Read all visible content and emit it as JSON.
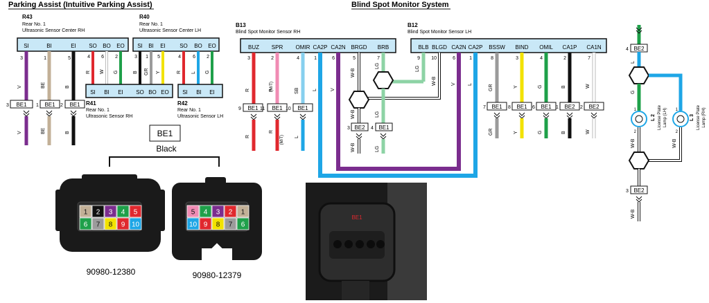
{
  "titles": {
    "parking_assist": "Parking Assist (Intuitive Parking Assist)",
    "blind_spot": "Blind Spot Monitor System"
  },
  "components": {
    "R43": {
      "code": "R43",
      "line1": "Rear No. 1",
      "line2": "Ultrasonic Sensor Center RH",
      "pins": [
        "SI",
        "BI",
        "EI",
        "SO",
        "BO",
        "EO"
      ]
    },
    "R40": {
      "code": "R40",
      "line1": "Rear No. 1",
      "line2": "Ultrasonic Sensor Center LH",
      "pins": [
        "SI",
        "BI",
        "EI",
        "SO",
        "BO",
        "EO"
      ]
    },
    "R41": {
      "code": "R41",
      "line1": "Rear No. 1",
      "line2": "Ultrasonic Sensor RH",
      "pins": [
        "SI",
        "BI",
        "EI",
        "SO",
        "BO",
        "EO"
      ]
    },
    "R42": {
      "code": "R42",
      "line1": "Rear No. 1",
      "line2": "Ultrasonic Sensor LH",
      "pins": [
        "SI",
        "BI",
        "EI"
      ]
    },
    "B13": {
      "code": "B13",
      "line1": "Blind Spot Monitor Sensor RH",
      "pins": [
        "BUZ",
        "SPR",
        "OMIR",
        "CA2P",
        "CA2N",
        "BRGD",
        "BRB"
      ]
    },
    "B12": {
      "code": "B12",
      "line1": "Blind Spot Monitor Sensor LH",
      "pins": [
        "BLB",
        "BLGD",
        "CA2N",
        "CA2P",
        "BSSW",
        "BIND",
        "OMIL",
        "CA1P",
        "CA1N"
      ]
    },
    "L2": {
      "code": "L 2",
      "line1": "License Plate",
      "line2": "Lamp (LH)"
    },
    "L3": {
      "code": "L 3",
      "line1": "License Plate",
      "line2": "Lamp (RH)"
    }
  },
  "wires": {
    "r43_si": {
      "pin": "3",
      "color": "V",
      "splice": "3",
      "lower": "V",
      "hex": "#7b2d8e"
    },
    "r43_bi": {
      "pin": "1",
      "color": "BE",
      "splice": "1",
      "lower": "BE",
      "hex": "#c2b097"
    },
    "r43_ei": {
      "pin": "5",
      "color": "B",
      "splice": "2",
      "lower": "B",
      "hex": "#111111"
    },
    "r43_so": {
      "pin": "4",
      "color": "R",
      "hex": "#e0282e"
    },
    "r43_bo": {
      "pin": "6",
      "color": "W",
      "hex": "#ffffff"
    },
    "r43_eo": {
      "pin": "2",
      "color": "G",
      "hex": "#1fa04a"
    },
    "r40_si": {
      "pin": "3",
      "color": "B",
      "hex": "#111111"
    },
    "r40_bi": {
      "pin": "1",
      "color": "GR",
      "hex": "#9b9b9b"
    },
    "r40_ei": {
      "pin": "5",
      "color": "Y",
      "hex": "#f2e200"
    },
    "r40_so": {
      "pin": "4",
      "color": "R",
      "hex": "#e0282e"
    },
    "r40_bo": {
      "pin": "6",
      "color": "L",
      "hex": "#1ea6e6"
    },
    "r40_eo": {
      "pin": "2",
      "color": "G",
      "hex": "#1fa04a"
    },
    "b13_buz": {
      "pin": "3",
      "color": "R",
      "splice": "9",
      "lower": "R",
      "hex": "#e0282e"
    },
    "b13_spr": {
      "pin": "2",
      "color": "P",
      "mt": "(M/T)",
      "splice": "11",
      "lower": "R",
      "lower_mt": "(M/T)",
      "hex": "#f08cb4"
    },
    "b13_omir": {
      "pin": "4",
      "color": "SB",
      "splice": "10",
      "lower": "L",
      "hex": "#86cfee"
    },
    "b13_ca2p": {
      "pin": "1",
      "color": "L",
      "hex": "#1ea6e6"
    },
    "b13_ca2n": {
      "pin": "6",
      "color": "V",
      "hex": "#7b2d8e"
    },
    "b13_brgd": {
      "pin": "5",
      "color": "W-B",
      "hex": "#ffffff"
    },
    "b13_brb": {
      "pin": "7",
      "color": "LG",
      "hex": "#8dd3a5"
    },
    "b12_blb": {
      "pin": "9",
      "color": "LG",
      "hex": "#8dd3a5"
    },
    "b12_blgd": {
      "pin": "10",
      "color": "W-B",
      "hex": "#ffffff"
    },
    "b12_ca2n": {
      "pin": "6",
      "color": "V",
      "hex": "#7b2d8e"
    },
    "b12_ca2p": {
      "pin": "1",
      "color": "L",
      "hex": "#1ea6e6"
    },
    "b12_bssw": {
      "pin": "8",
      "color": "GR",
      "splice": "7",
      "lower": "GR",
      "hex": "#9b9b9b"
    },
    "b12_bind": {
      "pin": "3",
      "color": "Y",
      "splice": "8",
      "lower": "Y",
      "hex": "#f2e200"
    },
    "b12_omil": {
      "pin": "4",
      "color": "G",
      "splice": "6",
      "lower": "G",
      "hex": "#1fa04a"
    },
    "b12_ca1p": {
      "pin": "2",
      "color": "B",
      "splice": "1",
      "lower": "B",
      "hex": "#111111"
    },
    "b12_ca1n": {
      "pin": "7",
      "color": "W",
      "splice": "2",
      "lower": "W",
      "hex": "#ffffff"
    },
    "gnd_left": {
      "splice": "3",
      "color": "W-B",
      "lower": "W-B"
    },
    "gnd_right": {
      "splice": "4",
      "color": "LG",
      "lower": "LG"
    },
    "lamp_feed": {
      "splice": "4",
      "upper": "L",
      "lower": "G"
    },
    "lamp_l2": {
      "pin_top": "1",
      "pin_bot": "2",
      "lower": "W-B"
    },
    "lamp_l3": {
      "pin_top": "1",
      "pin_bot": "2",
      "lower": "W-B"
    },
    "lamp_ground": {
      "splice": "3",
      "lower": "W-B"
    }
  },
  "connector_badge": "BE1",
  "connectors": {
    "label": "BE1",
    "color": "Black",
    "left": {
      "part": "90980-12380",
      "row1": [
        {
          "n": "1",
          "c": "#c2b097"
        },
        {
          "n": "2",
          "c": "#111111"
        },
        {
          "n": "3",
          "c": "#7b2d8e"
        },
        {
          "n": "4",
          "c": "#1fa04a"
        },
        {
          "n": "5",
          "c": "#e0282e"
        }
      ],
      "row2": [
        {
          "n": "6",
          "c": "#1fa04a"
        },
        {
          "n": "7",
          "c": "#9b9b9b"
        },
        {
          "n": "8",
          "c": "#f2e200"
        },
        {
          "n": "9",
          "c": "#e0282e"
        },
        {
          "n": "10",
          "c": "#1ea6e6"
        }
      ]
    },
    "right": {
      "part": "90980-12379",
      "row1": [
        {
          "n": "5",
          "c": "#f08cb4"
        },
        {
          "n": "4",
          "c": "#1fa04a"
        },
        {
          "n": "3",
          "c": "#7b2d8e"
        },
        {
          "n": "2",
          "c": "#e0282e"
        },
        {
          "n": "1",
          "c": "#c2b097"
        }
      ],
      "row2": [
        {
          "n": "10",
          "c": "#1ea6e6"
        },
        {
          "n": "9",
          "c": "#e0282e"
        },
        {
          "n": "8",
          "c": "#f2e200"
        },
        {
          "n": "7",
          "c": "#9b9b9b"
        },
        {
          "n": "6",
          "c": "#1fa04a"
        }
      ]
    }
  },
  "photo": {
    "label": "BE1"
  },
  "colors": {
    "header_fill": "#c9e8f7",
    "outline": "#111111",
    "accent_red": "#e0282e"
  }
}
